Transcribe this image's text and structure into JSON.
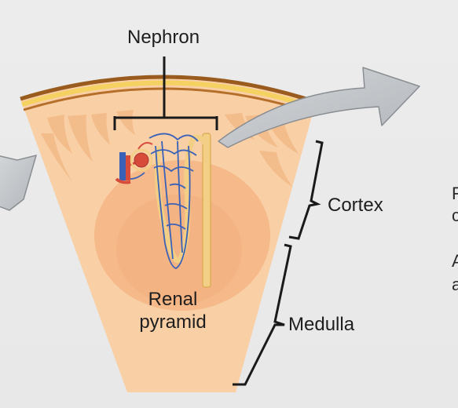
{
  "labels": {
    "nephron": "Nephron",
    "cortex": "Cortex",
    "medulla": "Medulla",
    "renal_pyramid": "Renal pyramid"
  },
  "edge_fragments": [
    "F",
    "c",
    "A",
    "a"
  ],
  "colors": {
    "background": "#ececec",
    "tissue": "#f9cfa6",
    "tissue_dark": "#f2b07a",
    "capsule_brown": "#9a5c1e",
    "capsule_yellow": "#f4d160",
    "arrow_gray": "#c4c8cc",
    "vessel_blue": "#3a61b8",
    "vessel_red": "#d64b3a",
    "tubule": "#f3cf86",
    "bracket": "#1a1a1a"
  }
}
